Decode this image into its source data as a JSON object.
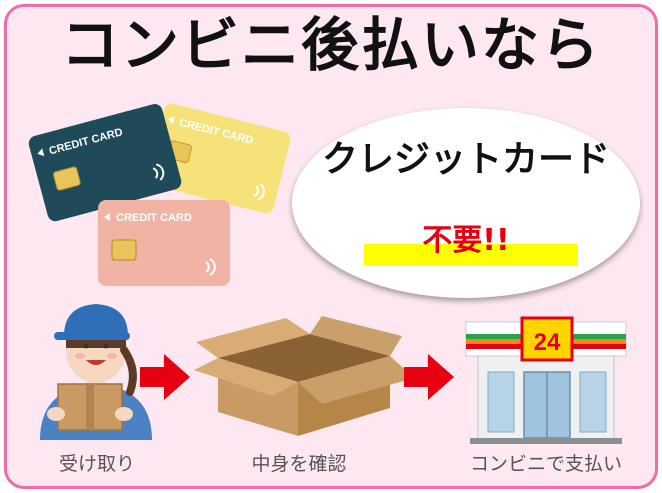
{
  "headline": "コンビニ後払いなら",
  "callout": {
    "title": "クレジットカード",
    "subtitle": "不要!!"
  },
  "cards": [
    {
      "label": "CREDIT CARD",
      "color": "#1f4a5a"
    },
    {
      "label": "CREDIT CARD",
      "color": "#f7e27a"
    },
    {
      "label": "CREDIT CARD",
      "color": "#f0b3a4"
    }
  ],
  "store_sign": "24",
  "steps": [
    {
      "caption": "受け取り",
      "icon": "delivery-person-icon"
    },
    {
      "caption": "中身を確認",
      "icon": "open-box-icon"
    },
    {
      "caption": "コンビニで支払い",
      "icon": "convenience-store-icon"
    }
  ],
  "colors": {
    "frame_border": "#f06ca8",
    "frame_fill": "#fde7f1",
    "accent_red": "#e60012",
    "highlight": "#ffff00",
    "store_green": "#2aa24a",
    "store_orange": "#f08a1c"
  }
}
